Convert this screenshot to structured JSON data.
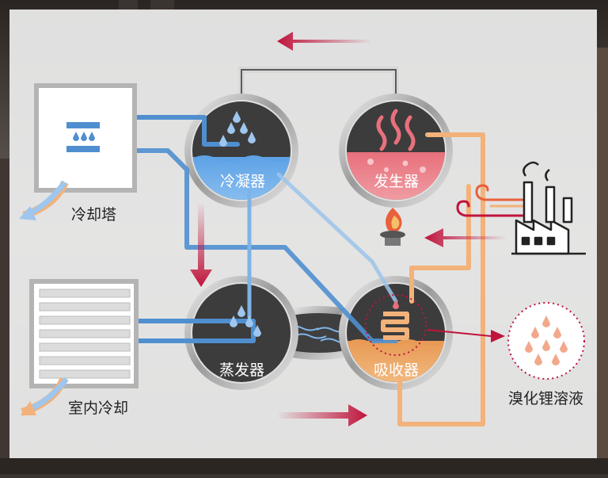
{
  "labels": {
    "condenser": "冷凝器",
    "generator": "发生器",
    "evaporator": "蒸发器",
    "absorber": "吸收器",
    "cooling_tower": "冷却塔",
    "indoor_cooling": "室内冷却",
    "libr_solution": "溴化锂溶液"
  },
  "colors": {
    "water_blue": "#4f8fd0",
    "solution_orange": "#f2b27a",
    "heat_red": "#c0143c",
    "generator_liquid": "#e87a84",
    "condenser_liquid": "#7fb2e6",
    "tank_dark": "#3c3c3c"
  },
  "icons": [
    "cooling-tower-fan-icon",
    "radiator-icon",
    "water-drops-icon",
    "heat-waves-icon",
    "burner-flame-icon",
    "factory-icon",
    "smoke-swirl-icon",
    "libr-drops-icon"
  ]
}
